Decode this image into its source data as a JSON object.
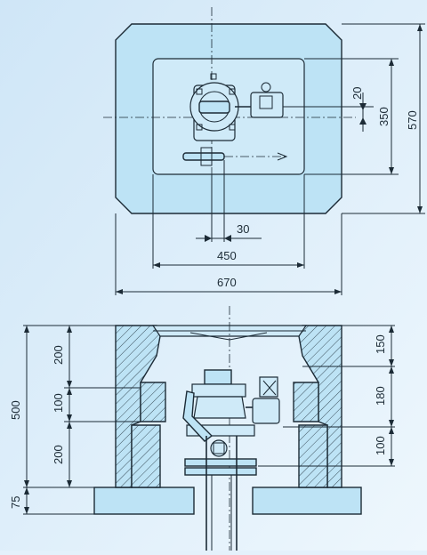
{
  "dimensions": {
    "plan": {
      "d20": "20",
      "d350": "350",
      "d570": "570",
      "d30": "30",
      "d450": "450",
      "d670": "670"
    },
    "section": {
      "left_200_top": "200",
      "left_100": "100",
      "left_200_bottom": "200",
      "left_500": "500",
      "left_75": "75",
      "right_150": "150",
      "right_180": "180",
      "right_100": "100"
    }
  },
  "colors": {
    "background": "#e4f1fb",
    "fill": "#bde3f5",
    "line": "#1c2b36"
  }
}
